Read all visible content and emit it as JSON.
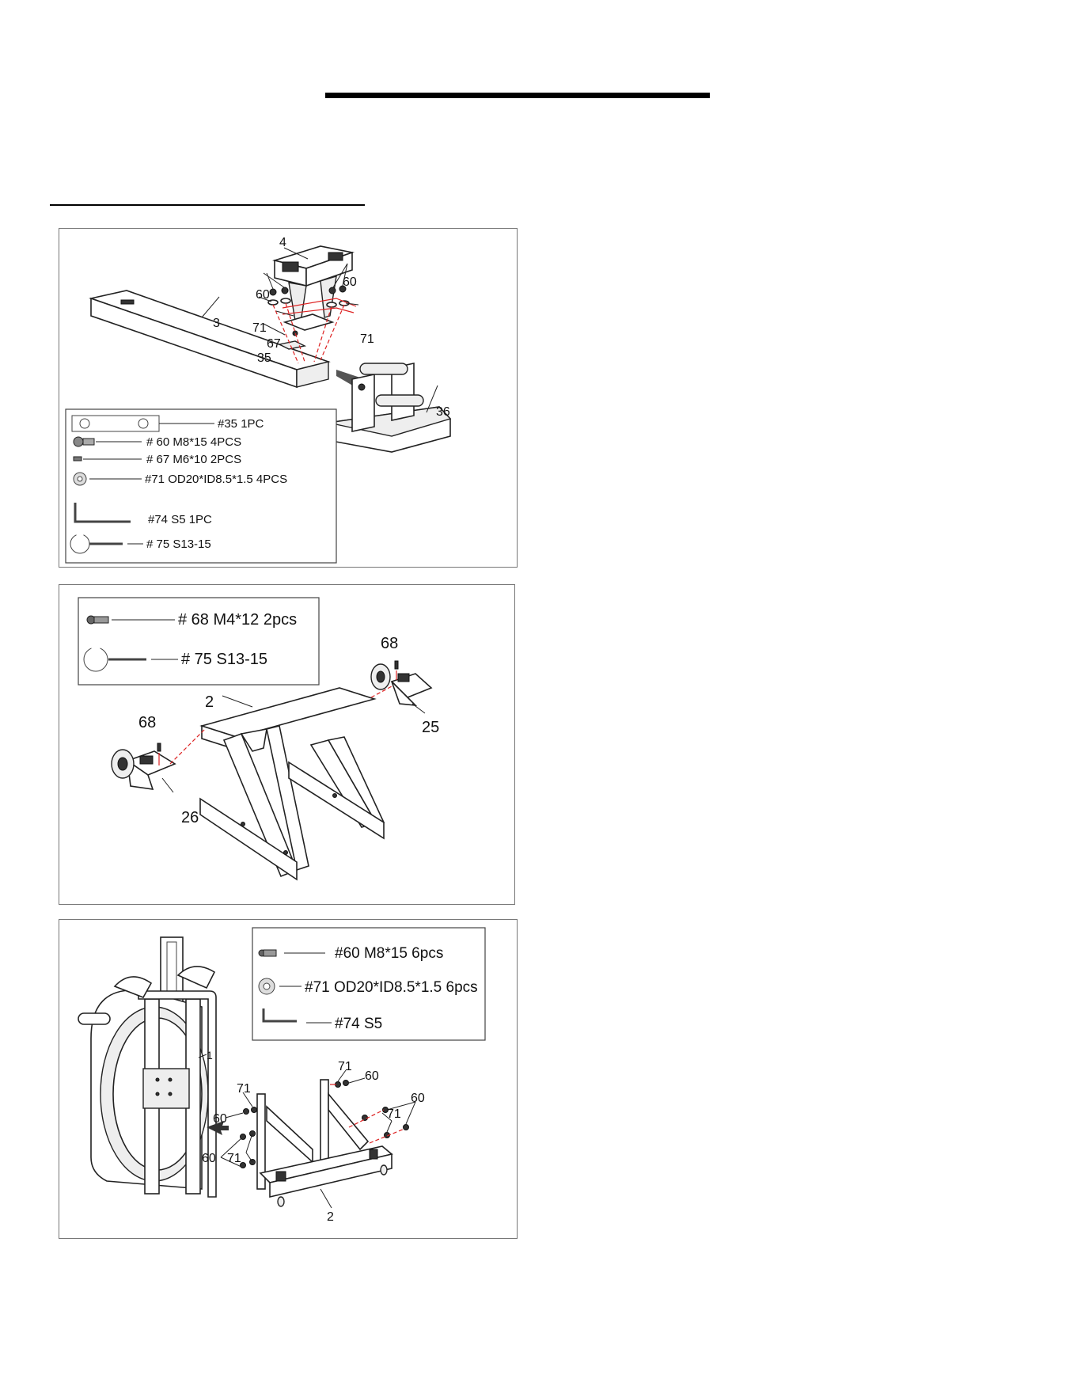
{
  "step1": {
    "callouts": [
      "4",
      "60",
      "60",
      "71",
      "71",
      "67",
      "35",
      "3",
      "36"
    ],
    "legend": [
      {
        "icon": "plate-icon",
        "text": "#35    1PC"
      },
      {
        "icon": "bolt-icon",
        "text": "# 60 M8*15  4PCS"
      },
      {
        "icon": "screw-icon",
        "text": "# 67 M6*10  2PCS"
      },
      {
        "icon": "washer-icon",
        "text": "#71 OD20*ID8.5*1.5  4PCS"
      },
      {
        "icon": "allen-key-icon",
        "text": "#74   S5  1PC"
      },
      {
        "icon": "wrench-icon",
        "text": "# 75    S13-15"
      }
    ]
  },
  "step2": {
    "callouts": [
      "68",
      "25",
      "2",
      "68",
      "26"
    ],
    "legend": [
      {
        "icon": "screw-icon",
        "text": "# 68  M4*12  2pcs"
      },
      {
        "icon": "wrench-icon",
        "text": "# 75     S13-15"
      }
    ]
  },
  "step3": {
    "callouts": [
      "1",
      "71",
      "60",
      "60",
      "71",
      "71",
      "60",
      "60",
      "71",
      "2"
    ],
    "legend": [
      {
        "icon": "bolt-icon",
        "text": "#60  M8*15    6pcs"
      },
      {
        "icon": "washer-icon",
        "text": "#71 OD20*ID8.5*1.5  6pcs"
      },
      {
        "icon": "allen-key-icon",
        "text": "#74  S5"
      }
    ]
  }
}
